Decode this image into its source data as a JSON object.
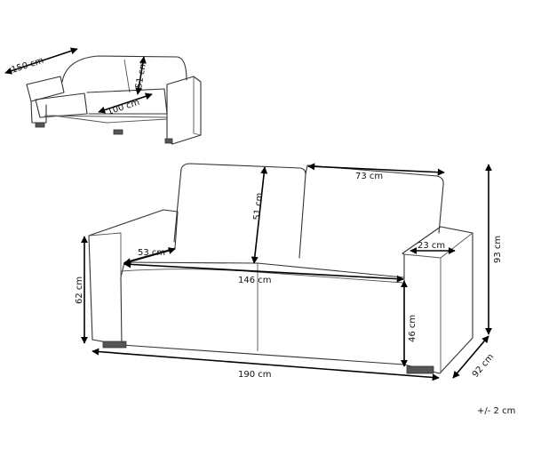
{
  "sofa_bed": {
    "width": "150 cm",
    "depth": "100 cm",
    "backrest": "51 cm"
  },
  "sofa": {
    "backrest_height": "51 cm",
    "back_cushion_width": "73 cm",
    "seat_depth": "53 cm",
    "armrest_width": "23 cm",
    "seat_width": "146 cm",
    "arm_height": "62 cm",
    "total_height": "93 cm",
    "seat_height": "46 cm",
    "total_width": "190 cm",
    "total_depth": "92 cm"
  },
  "tolerance": "+/- 2 cm"
}
